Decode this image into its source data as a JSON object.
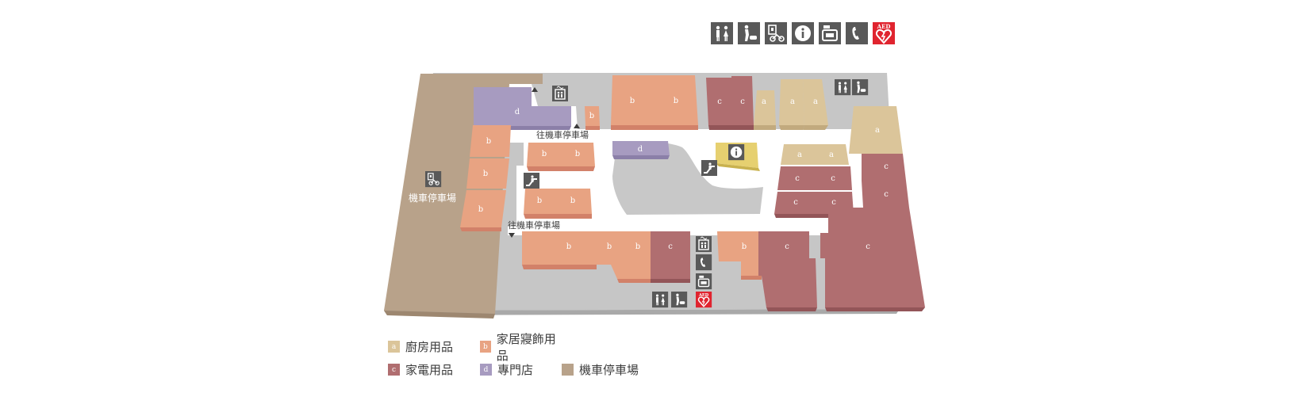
{
  "colors": {
    "kitchen": "#dbc59a",
    "home": "#e8a382",
    "appliance": "#b06e70",
    "specialty": "#a79bc0",
    "motorcycle": "#b8a28a",
    "info": "#e6d070",
    "corridor": "#c8c8c8",
    "icon": "#595959",
    "aed": "#e0242f"
  },
  "top_icons": [
    {
      "name": "restroom-icon"
    },
    {
      "name": "nursing-room-icon"
    },
    {
      "name": "motorcycle-parking-icon"
    },
    {
      "name": "info-icon"
    },
    {
      "name": "atm-icon"
    },
    {
      "name": "phone-icon"
    },
    {
      "name": "aed-icon",
      "label": "AED"
    }
  ],
  "map": {
    "moto_label": "機車停車場",
    "direction_label": "往機車停車場",
    "stores": {
      "d1": "d",
      "b1": "b",
      "b2": "b",
      "b3": "b",
      "c1": "c",
      "c2": "c",
      "a1": "a",
      "a2": "a",
      "a3": "a",
      "bl1": "b",
      "bl2": "b",
      "bl3": "b",
      "bm1": "b",
      "bm2": "b",
      "bm3": "b",
      "bm4": "b",
      "d2": "d",
      "a4": "a",
      "a5": "a",
      "c3": "c",
      "c4": "c",
      "c5": "c",
      "c6": "c",
      "a6": "a",
      "c7": "c",
      "c8": "c",
      "bb1": "b",
      "bb2": "b",
      "bb3": "b",
      "cb1": "c",
      "bb4": "b",
      "cb2": "c",
      "cb3": "c"
    }
  },
  "legend": [
    {
      "letter": "a",
      "label": "廚房用品",
      "color": "#dbc59a"
    },
    {
      "letter": "b",
      "label": "家居寢飾用品",
      "color": "#e8a382"
    },
    {
      "letter": "",
      "label": "",
      "color": ""
    },
    {
      "letter": "c",
      "label": "家電用品",
      "color": "#b06e70"
    },
    {
      "letter": "d",
      "label": "專門店",
      "color": "#a79bc0"
    },
    {
      "letter": "",
      "label": "機車停車場",
      "color": "#b8a28a"
    }
  ]
}
